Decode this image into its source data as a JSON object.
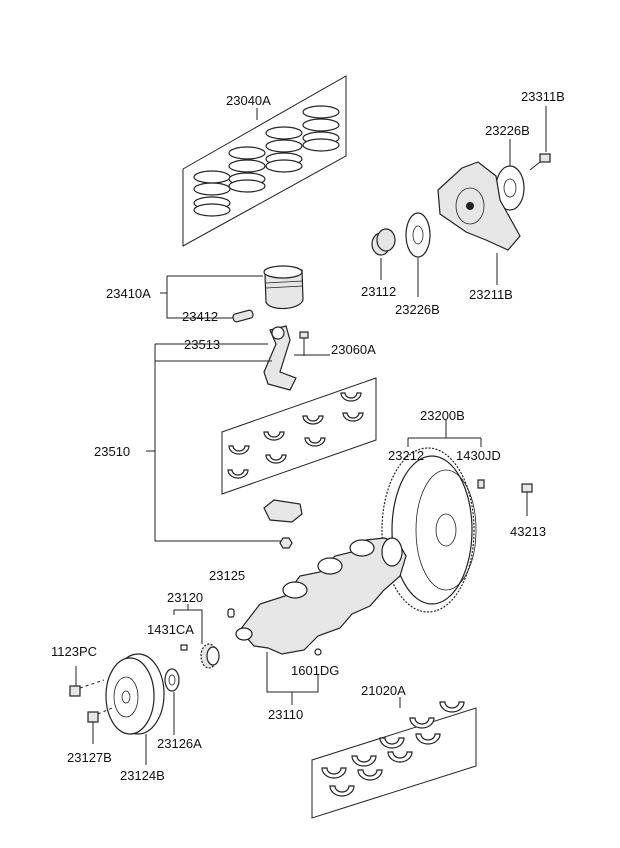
{
  "labels": {
    "l23040A": "23040A",
    "l23311B": "23311B",
    "l23226B_top": "23226B",
    "l23112": "23112",
    "l23226B_bot": "23226B",
    "l23211B": "23211B",
    "l23410A": "23410A",
    "l23412": "23412",
    "l23513": "23513",
    "l23060A": "23060A",
    "l23510": "23510",
    "l23200B": "23200B",
    "l23212": "23212",
    "l1430JD": "1430JD",
    "l43213": "43213",
    "l23125": "23125",
    "l23120": "23120",
    "l1431CA": "1431CA",
    "l1123PC": "1123PC",
    "l1601DG": "1601DG",
    "l21020A": "21020A",
    "l23110": "23110",
    "l23127B": "23127B",
    "l23126A": "23126A",
    "l23124B": "23124B"
  }
}
